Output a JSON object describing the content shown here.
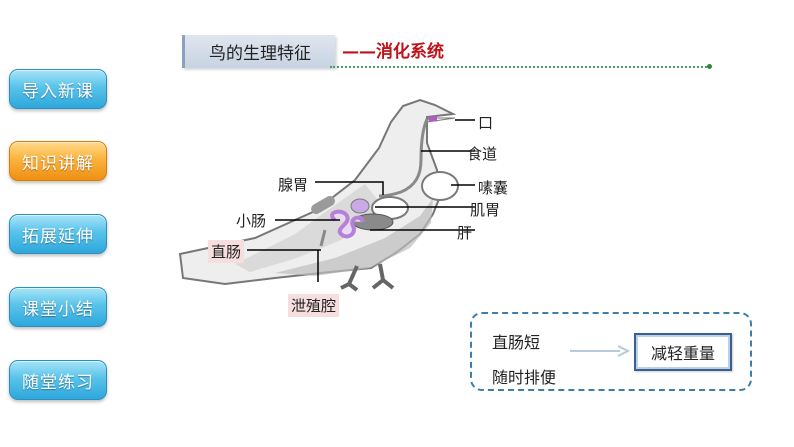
{
  "nav": {
    "items": [
      {
        "label": "导入新课"
      },
      {
        "label": "知识讲解"
      },
      {
        "label": "拓展延伸"
      },
      {
        "label": "课堂小结"
      },
      {
        "label": "随堂练习"
      }
    ]
  },
  "header": {
    "title": "鸟的生理特征",
    "subtitle": "——消化系统"
  },
  "diagram": {
    "labels": {
      "mouth": "口",
      "esophagus": "食道",
      "crop": "嗉囊",
      "glandular_stomach": "腺胃",
      "gizzard": "肌胃",
      "small_intestine": "小肠",
      "liver": "肝",
      "rectum": "直肠",
      "cloaca": "泄殖腔"
    }
  },
  "summary": {
    "line1": "直肠短",
    "line2": "随时排便",
    "result": "减轻重量"
  },
  "colors": {
    "nav_blue": "#58c3ea",
    "nav_active_orange": "#fbb33e",
    "subtitle_red": "#c0111a",
    "summary_border": "#3f7ea8"
  }
}
